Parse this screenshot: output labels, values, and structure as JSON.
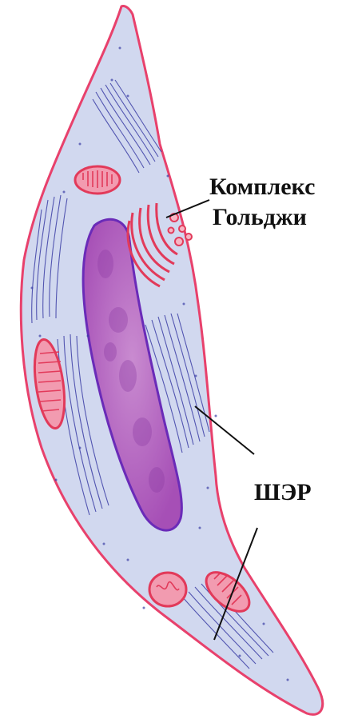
{
  "labels": {
    "golgi_line1": "Комплекс",
    "golgi_line2": "Гольджи",
    "ser": "ШЭР"
  },
  "colors": {
    "membrane": "#e8416c",
    "cytoplasm": "#cfd7ef",
    "nucleus_fill": "#b15ab8",
    "nucleus_edge": "#6a2bb8",
    "organelle": "#e23a5a",
    "organelle_fill": "#f4a4b6",
    "er_lines": "#3c3fa6"
  }
}
